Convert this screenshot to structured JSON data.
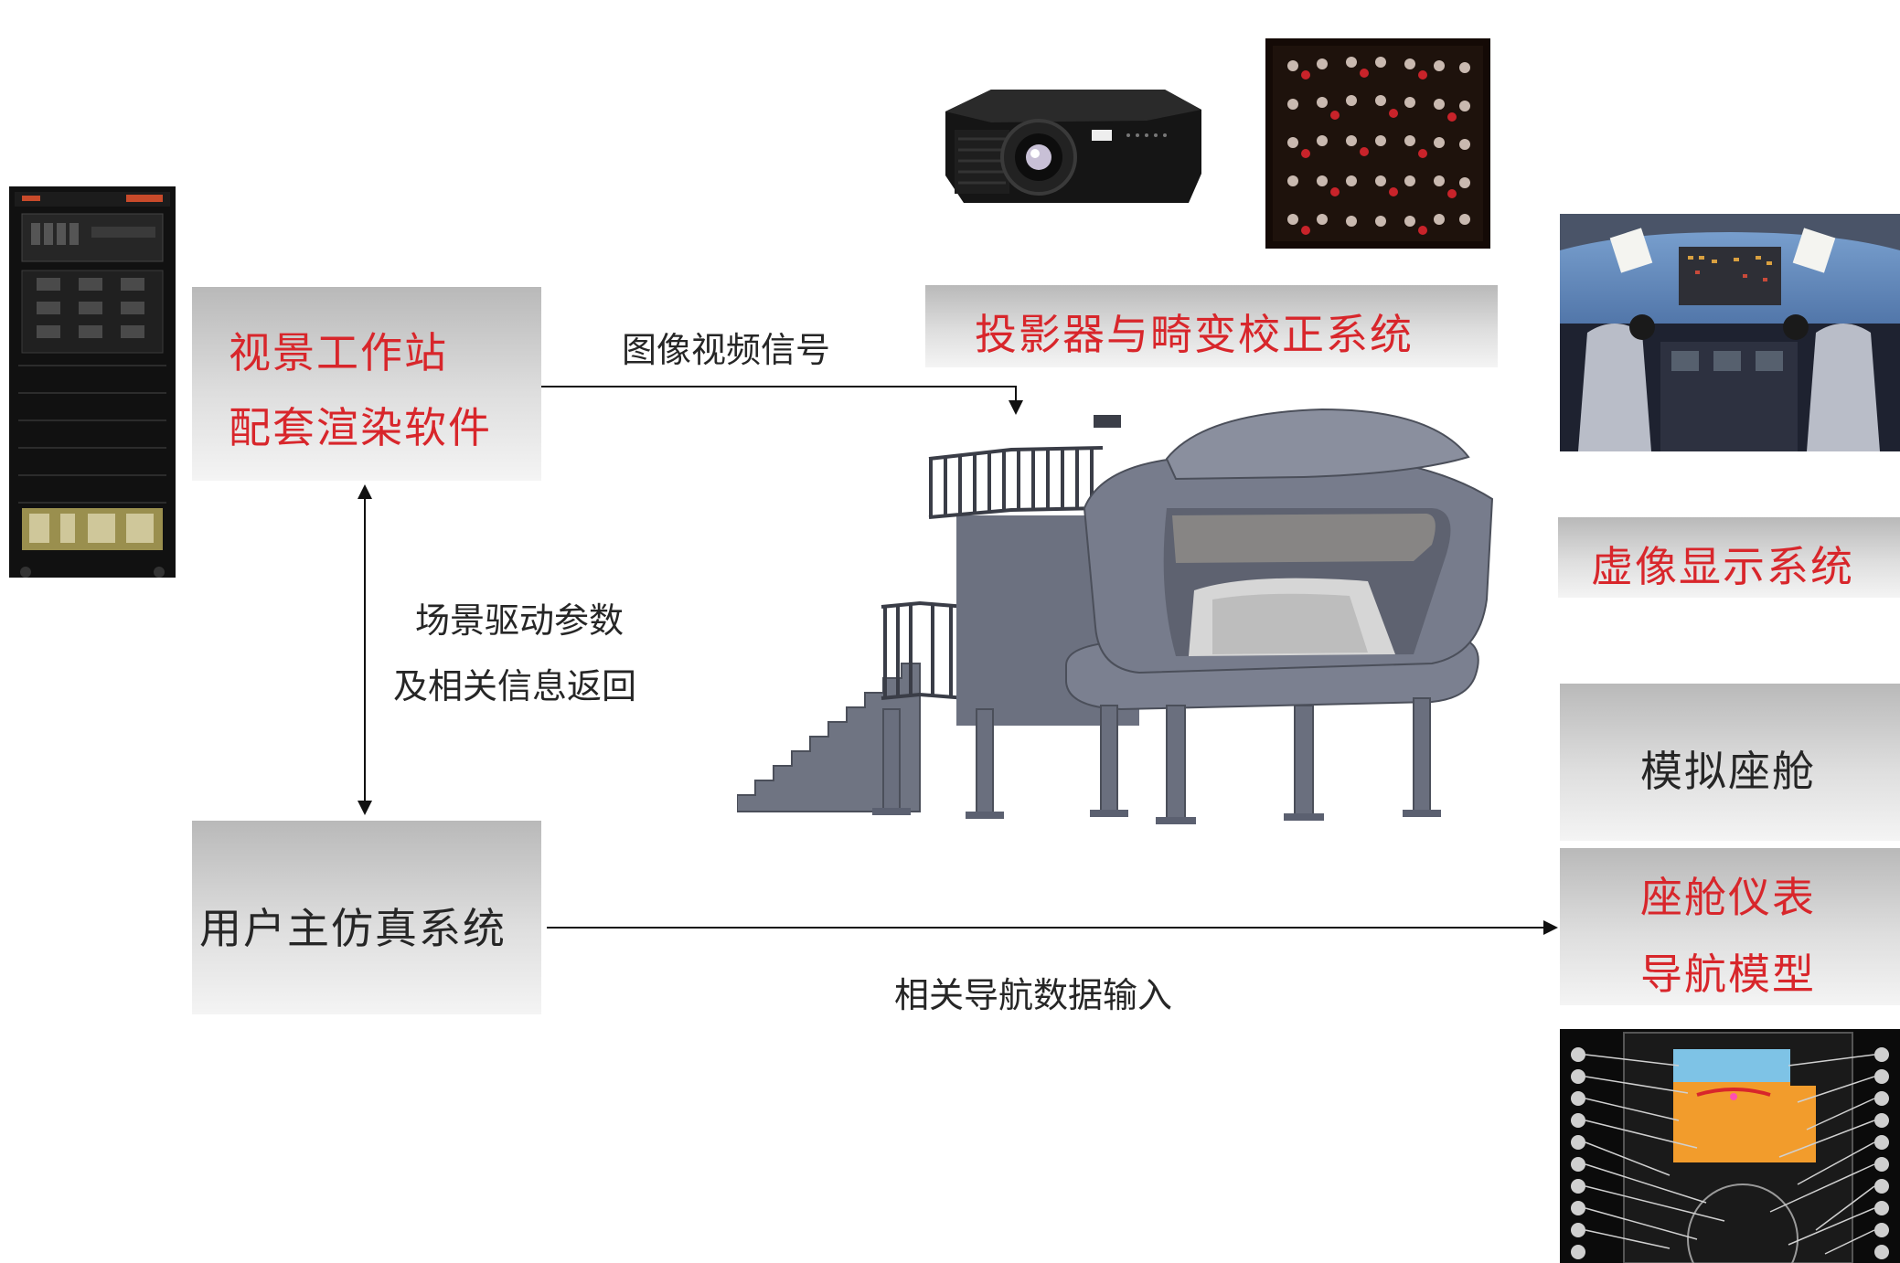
{
  "workstation": {
    "line1": "视景工作站",
    "line2": "配套渲染软件"
  },
  "host_sim": {
    "label": "用户主仿真系统"
  },
  "projector": {
    "label": "投影器与畸变校正系统"
  },
  "virtual_display": {
    "label": "虚像显示系统"
  },
  "cockpit": {
    "label": "模拟座舱"
  },
  "instruments": {
    "line1": "座舱仪表",
    "line2": "导航模型"
  },
  "signals": {
    "video": "图像视频信号",
    "drive_line1": "场景驱动参数",
    "drive_line2": "及相关信息返回",
    "nav": "相关导航数据输入"
  },
  "colors": {
    "label_red": "#d8262b",
    "label_dark": "#262626",
    "simulator_body": "#6f7482",
    "instrument_screen": "#f29c2c"
  }
}
